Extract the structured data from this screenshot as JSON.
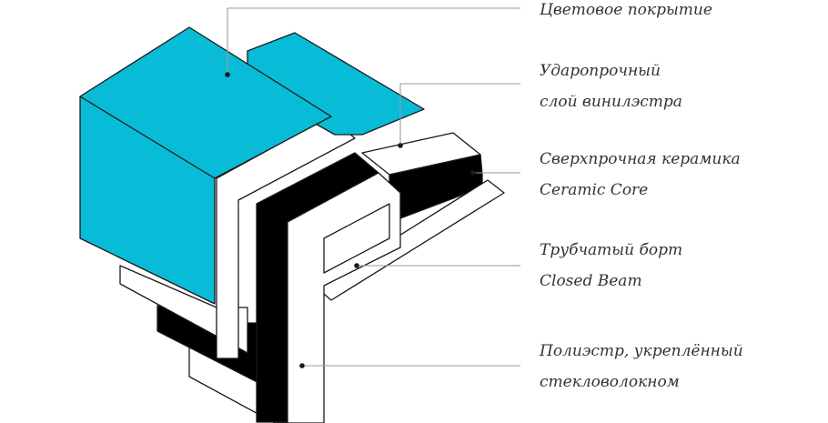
{
  "colors": {
    "coating": "#08BCD7",
    "outline": "#1a1a1a",
    "leader": "#9a9a9a",
    "text": "#333333"
  },
  "layers": [
    {
      "lines": [
        "Цветовое покрытие"
      ]
    },
    {
      "lines": [
        "Ударопрочный",
        "слой винилэстра"
      ]
    },
    {
      "lines": [
        "Сверхпрочная керамика",
        "Ceramic Core"
      ]
    },
    {
      "lines": [
        "Трубчатый борт",
        "Closed Beam"
      ]
    },
    {
      "lines": [
        "Полиэстр, укреплённый",
        "стекловолокном"
      ]
    }
  ]
}
